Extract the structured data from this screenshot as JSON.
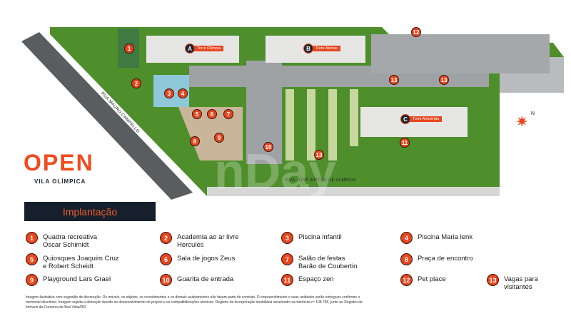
{
  "brand": {
    "logo": "OPEN",
    "subtitle": "VILA OLÍMPICA",
    "watermark": "nDay"
  },
  "section_title": "Implantação",
  "towers": [
    {
      "letter": "A",
      "name": "Torre Olímpia"
    },
    {
      "letter": "B",
      "name": "Torre Atenas"
    },
    {
      "letter": "C",
      "name": "Torre Antuérpia"
    }
  ],
  "streets": [
    "RUA MAURO CAMPELLO",
    "RUA JOSÉ AIRTON DE ALMEIDA"
  ],
  "compass": "N",
  "map_markers": [
    "1",
    "2",
    "3",
    "4",
    "5",
    "6",
    "7",
    "8",
    "9",
    "10",
    "11",
    "12",
    "13",
    "13",
    "13"
  ],
  "legend": [
    {
      "n": "1",
      "label": "Quadra recreativa\nOscar Schimidt"
    },
    {
      "n": "2",
      "label": "Academia ao ar livre\nHercules"
    },
    {
      "n": "3",
      "label": "Piscina infantil"
    },
    {
      "n": "4",
      "label": "Piscina Maria lenk"
    },
    {
      "n": "5",
      "label": "Quiosques Joaquim Cruz\ne Robert Scheidt"
    },
    {
      "n": "6",
      "label": "Sala de jogos Zeus"
    },
    {
      "n": "7",
      "label": "Salão de festas\nBarão de Coubertin"
    },
    {
      "n": "8",
      "label": "Praça de encontro"
    },
    {
      "n": "9",
      "label": "Playground Lars Grael"
    },
    {
      "n": "10",
      "label": "Guarita de entrada"
    },
    {
      "n": "11",
      "label": "Espaço zen"
    },
    {
      "n": "12",
      "label": "Pet place"
    },
    {
      "n": "13",
      "label": "Vagas para\nvisitantes"
    }
  ],
  "disclaimer": "Imagem ilustrativa com sugestão de decoração. Os móveis, os objetos, os revestimentos e os demais acabamentos não fazem parte do contrato. O empreendimento e suas unidades serão entregues conforme o memorial descritivo. Imagem sujeita a alteração devido ao desenvolvimento do projeto e as compatibilizações técnicas. Registro da incorporação imobiliária assentado na matrícula nº 108.785, junto ao Registro de Imóveis da Comarca de Boa Vista/RR.",
  "colors": {
    "accent": "#e8461e",
    "dark": "#15202c",
    "grass": "#4e8f2c"
  }
}
